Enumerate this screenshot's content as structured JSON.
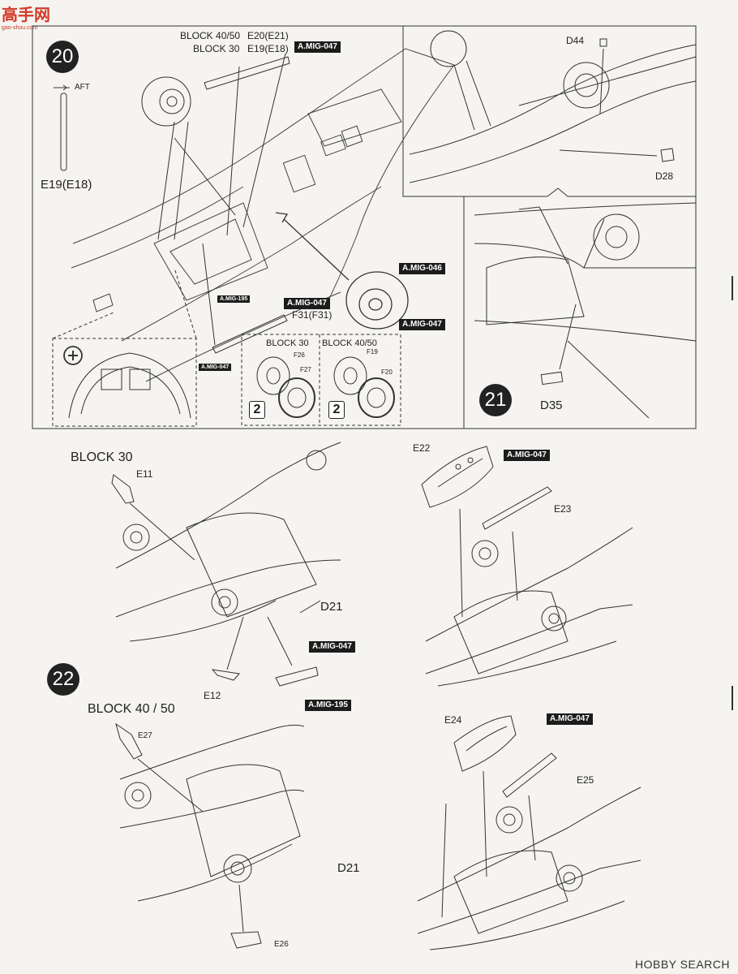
{
  "watermark": {
    "top_left": "高手网",
    "top_left_url": "gao-shou.com",
    "bottom_right": "HOBBY SEARCH"
  },
  "step20": {
    "number": "20",
    "aft": "AFT",
    "e19_label": "E19(E18)",
    "block4050_hdr": "BLOCK 40/50",
    "block30_hdr": "BLOCK 30",
    "e20": "E20(E21)",
    "e19": "E19(E18)",
    "paint_strut": "A.MIG-047",
    "paint_wheel_a": "A.MIG-046",
    "paint_wheel_b": "A.MIG-047",
    "paint_195": "A.MIG-195",
    "paint_047_rod": "A.MIG-047",
    "f31": "F31(F31)",
    "paint_047_small": "A.MIG-047",
    "inset_block30": "BLOCK 30",
    "inset_block4050": "BLOCK 40/50",
    "f26": "F26",
    "f27": "F27",
    "f19": "F19",
    "f20": "F20",
    "qty_a": "2",
    "qty_b": "2"
  },
  "step20b": {
    "d44": "D44",
    "d28": "D28"
  },
  "step21": {
    "number": "21",
    "d35": "D35"
  },
  "step22": {
    "number": "22",
    "block30": "BLOCK 30",
    "e11": "E11",
    "d21a": "D21",
    "e12": "E12",
    "paint_047": "A.MIG-047",
    "paint_195": "A.MIG-195",
    "e22": "E22",
    "paint_047_b": "A.MIG-047",
    "e23": "E23",
    "block4050": "BLOCK 40 / 50",
    "e27": "E27",
    "d21b": "D21",
    "e26": "E26",
    "e24": "E24",
    "paint_047_c": "A.MIG-047",
    "e25": "E25"
  }
}
